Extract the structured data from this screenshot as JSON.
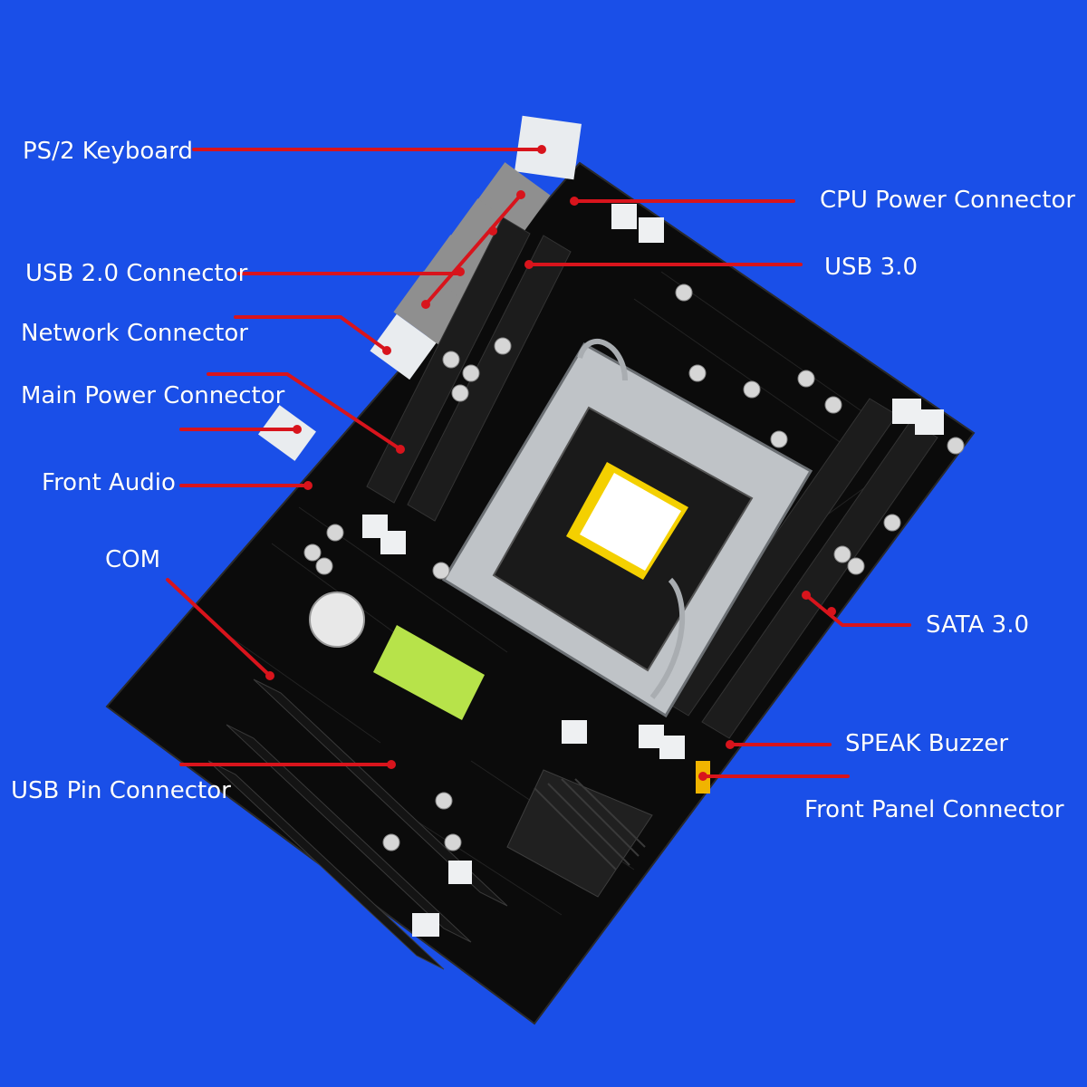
{
  "colors": {
    "background": "#1a4fe8",
    "board": "#0b0b0b",
    "leader_line": "#d8141c",
    "label_text": "#ffffff"
  },
  "labels": {
    "ps2_keyboard": "PS/2 Keyboard",
    "cpu_power": "CPU Power Connector",
    "usb3": "USB 3.0",
    "usb2": "USB 2.0 Connector",
    "network": "Network Connector",
    "main_power": "Main Power Connector",
    "front_audio": "Front Audio",
    "com": "COM",
    "sata3": "SATA 3.0",
    "speak_buzzer": "SPEAK Buzzer",
    "usb_pin": "USB Pin Connector",
    "front_panel": "Front Panel Connector"
  }
}
